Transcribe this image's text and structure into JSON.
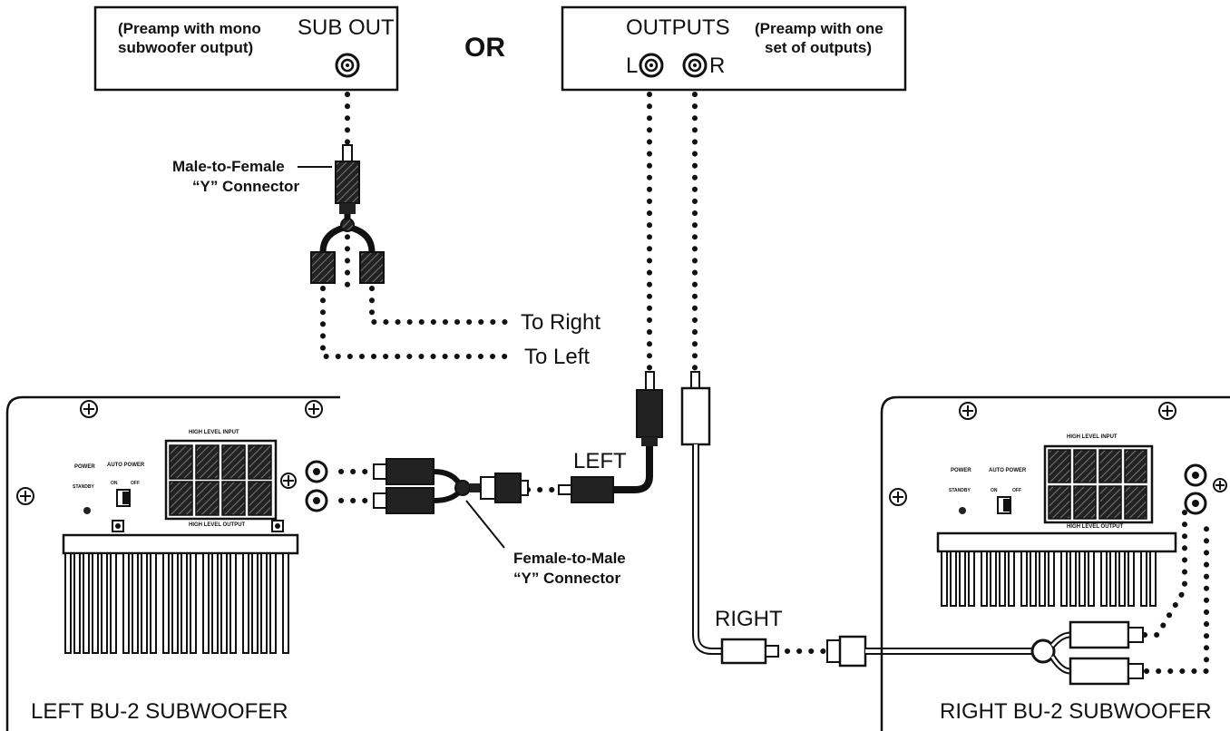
{
  "preamp_mono": {
    "label": "SUB OUT",
    "note_line1": "(Preamp with mono",
    "note_line2": "subwoofer output)"
  },
  "or_label": "OR",
  "preamp_stereo": {
    "label": "OUTPUTS",
    "left_jack": "L",
    "right_jack": "R",
    "note_line1": "(Preamp with one",
    "note_line2": "set of outputs)"
  },
  "connectors": {
    "male_female_line1": "Male-to-Female",
    "male_female_line2": "“Y” Connector",
    "female_male_line1": "Female-to-Male",
    "female_male_line2": "“Y” Connector"
  },
  "routes": {
    "to_right": "To Right",
    "to_left": "To Left"
  },
  "cables": {
    "left": "LEFT",
    "right": "RIGHT"
  },
  "subwoofers": {
    "left_name": "LEFT BU-2 SUBWOOFER",
    "right_name": "RIGHT BU-2 SUBWOOFER",
    "panel_high_level_input": "HIGH LEVEL INPUT",
    "panel_high_level_output": "HIGH LEVEL OUTPUT",
    "panel_power": "POWER",
    "panel_standby": "STANDBY",
    "panel_auto_power": "AUTO POWER",
    "panel_on": "ON",
    "panel_off": "OFF"
  }
}
